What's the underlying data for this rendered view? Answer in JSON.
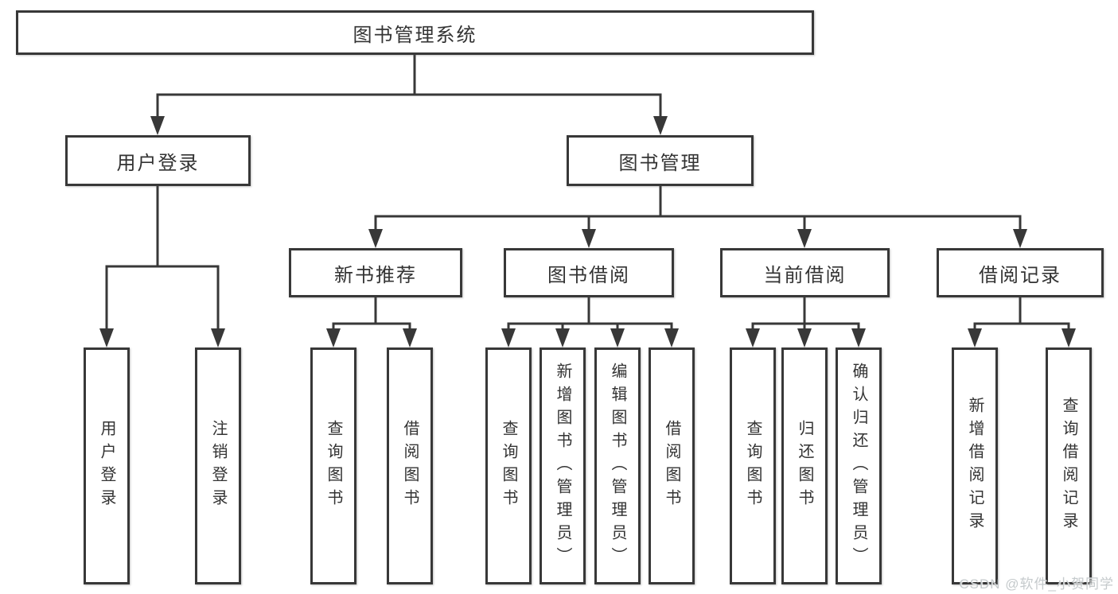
{
  "diagram": {
    "root": {
      "label": "图书管理系统"
    },
    "branches": [
      {
        "label": "用户登录",
        "children": [
          {
            "label": "用户登录"
          },
          {
            "label": "注销登录"
          }
        ]
      },
      {
        "label": "图书管理",
        "children": [
          {
            "label": "新书推荐",
            "children": [
              {
                "label": "查询图书"
              },
              {
                "label": "借阅图书"
              }
            ]
          },
          {
            "label": "图书借阅",
            "children": [
              {
                "label": "查询图书"
              },
              {
                "label": "新增图书（管理员）"
              },
              {
                "label": "编辑图书（管理员）"
              },
              {
                "label": "借阅图书"
              }
            ]
          },
          {
            "label": "当前借阅",
            "children": [
              {
                "label": "查询图书"
              },
              {
                "label": "归还图书"
              },
              {
                "label": "确认归还（管理员）"
              }
            ]
          },
          {
            "label": "借阅记录",
            "children": [
              {
                "label": "新增借阅记录"
              },
              {
                "label": "查询借阅记录"
              }
            ]
          }
        ]
      }
    ]
  },
  "watermark": {
    "text": "CSDN @软件_小贺同学"
  },
  "colors": {
    "line": "#383838",
    "text": "#333333",
    "watermark": "#c5cacc",
    "box_bg": "#ffffff"
  }
}
